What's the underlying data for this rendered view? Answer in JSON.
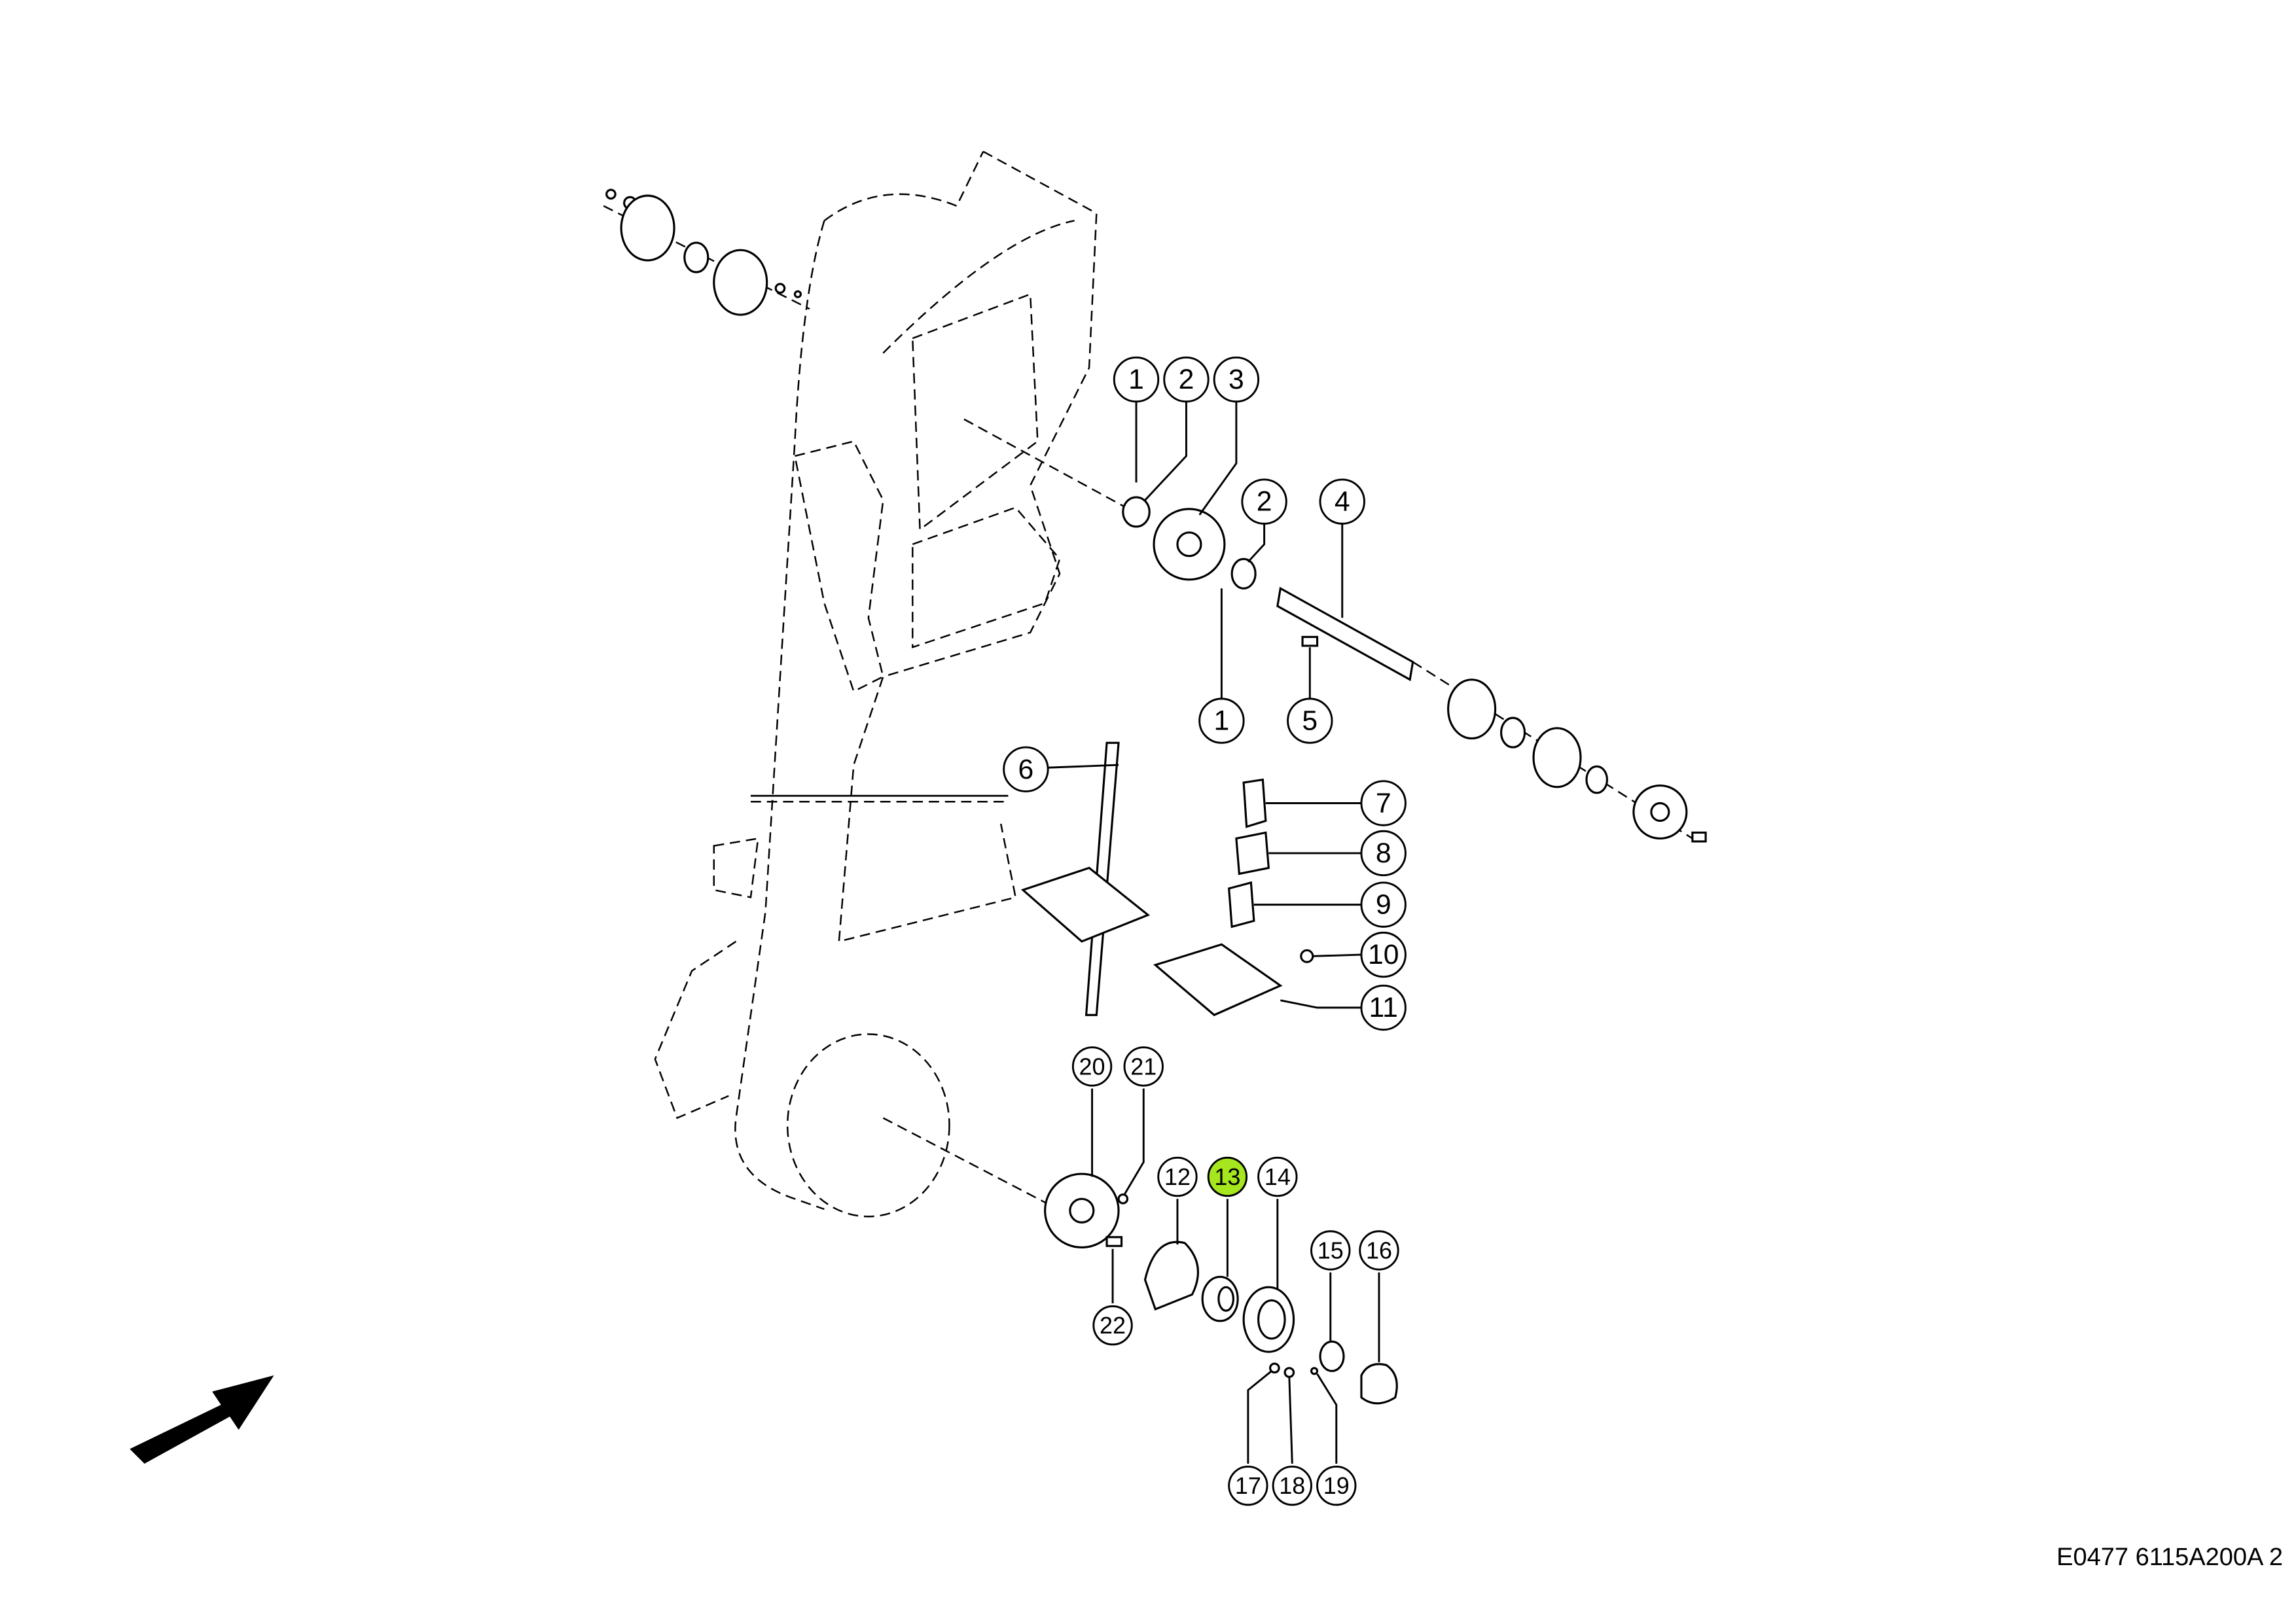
{
  "diagram": {
    "callouts": [
      "1",
      "2",
      "3",
      "2",
      "4",
      "1",
      "5",
      "6",
      "7",
      "8",
      "9",
      "10",
      "11",
      "20",
      "21",
      "12",
      "13",
      "14",
      "15",
      "16",
      "22",
      "17",
      "18",
      "19"
    ],
    "highlighted_callout": "13",
    "highlight_color": "#a6e61e",
    "drawing_code": "E0477 6115A200A 2",
    "direction_icon": "arrow-icon"
  }
}
